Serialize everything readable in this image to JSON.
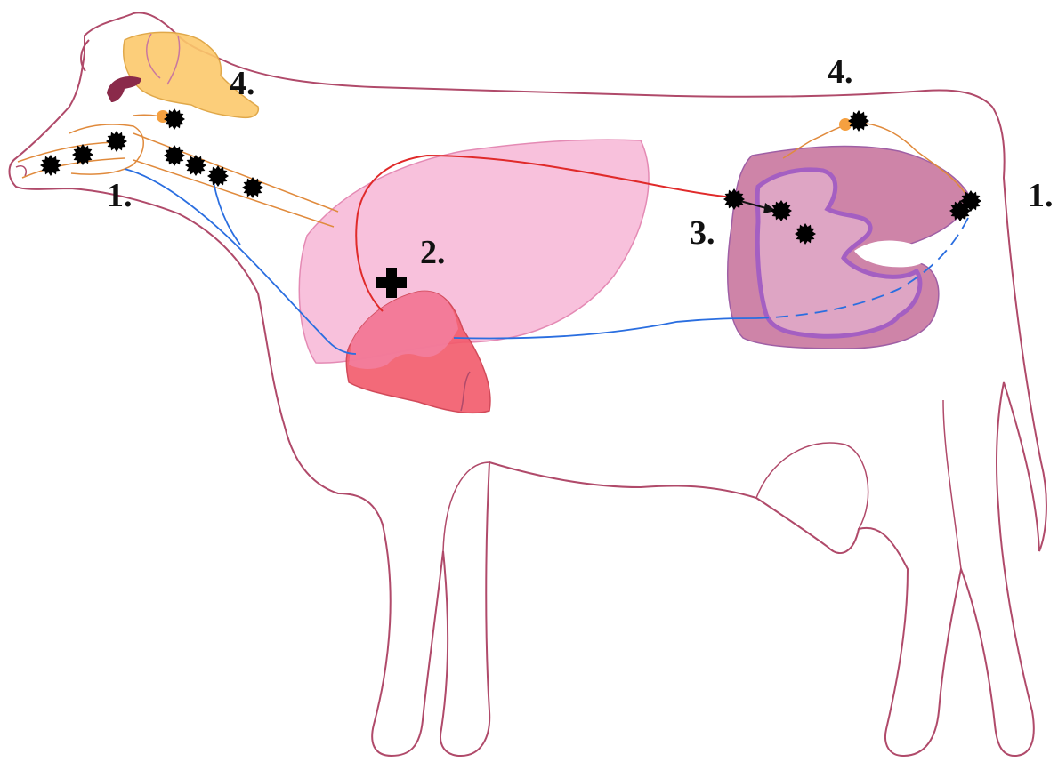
{
  "labels": {
    "brain_top": "4.",
    "mouth_left": "1.",
    "heart_side": "2.",
    "intestine_left": "3.",
    "back_top": "4.",
    "tail_right": "1."
  },
  "colors": {
    "outline": "#b04a6a",
    "lung": "#f7b6d6",
    "heart": "#f25a6a",
    "heart_top": "#f27fa0",
    "intestine": "#c9779f",
    "intestine_inner": "#e0a8c6",
    "intestine_wall": "#a45fc2",
    "brain": "#fcc96b",
    "nerve": "#e08a3c",
    "blood_vessel": "#2a6ee0",
    "artery": "#e02a2a",
    "virus": "#000000"
  },
  "icons": {
    "virus": "spiky-black-dot",
    "entry": "plus-cross-icon",
    "pituitary": "organ-crescent"
  }
}
